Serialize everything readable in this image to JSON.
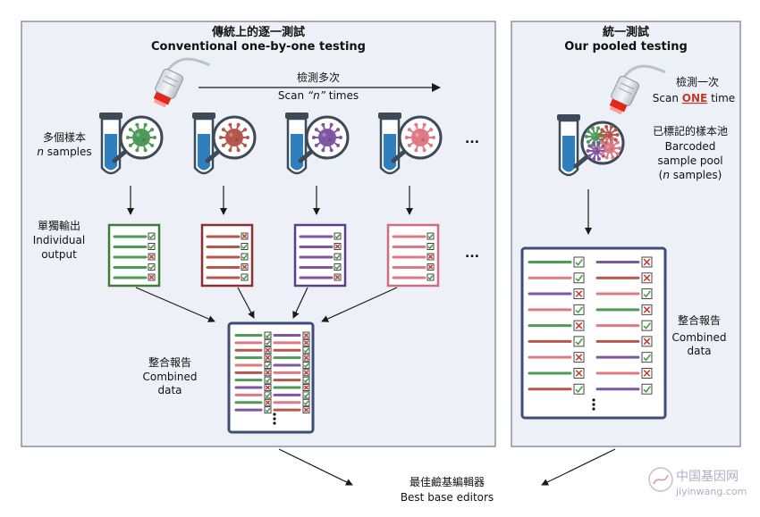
{
  "left_panel": {
    "title_zh": "傳統上的逐一測試",
    "title_en": "Conventional one-by-one testing",
    "scan_zh": "檢測多次",
    "scan_en_pre": "Scan ",
    "scan_en_n": "“n”",
    "scan_en_post": " times",
    "samples_zh": "多個樣本",
    "samples_en_n": "n",
    "samples_en_rest": " samples",
    "output_zh": "單獨輸出",
    "output_en_1": "Individual",
    "output_en_2": "output",
    "combined_zh": "整合報告",
    "combined_en_1": "Combined",
    "combined_en_2": "data",
    "ellipsis": "...",
    "sample_colors": [
      "#4e9a58",
      "#b5574d",
      "#7e56a3",
      "#dd7a86"
    ],
    "report_colors": [
      "#3f7d3a",
      "#8e2f2f",
      "#5b3f86",
      "#cf6c80"
    ]
  },
  "right_panel": {
    "title_zh": "統一測試",
    "title_en": "Our pooled testing",
    "scan_zh": "檢測一次",
    "scan_en_pre": "Scan ",
    "scan_en_one": "ONE",
    "scan_en_post": " time",
    "pool_zh": "已標記的樣本池",
    "pool_en_1": "Barcoded",
    "pool_en_2": "sample pool",
    "pool_en_3a": "(",
    "pool_en_3n": "n",
    "pool_en_3b": " samples)",
    "combined_zh": "整合報告",
    "combined_en_1": "Combined",
    "combined_en_2": "data"
  },
  "bottom": {
    "label_zh": "最佳鹼基編輯器",
    "label_en": "Best base editors"
  },
  "watermark": {
    "text_zh": "中国基因网",
    "text_url": "jiyinwang.com"
  },
  "colors": {
    "panel_fill": "#edf0f6",
    "panel_stroke": "#7a8290",
    "tube_blue": "#2e7fc0",
    "tube_dark": "#3d4a57",
    "report_frame": "#3e4d78",
    "check_green": "#3d9a3d",
    "cross_red": "#c0392b",
    "scanner_red": "#e3271c",
    "one_red": "#c0392b"
  }
}
